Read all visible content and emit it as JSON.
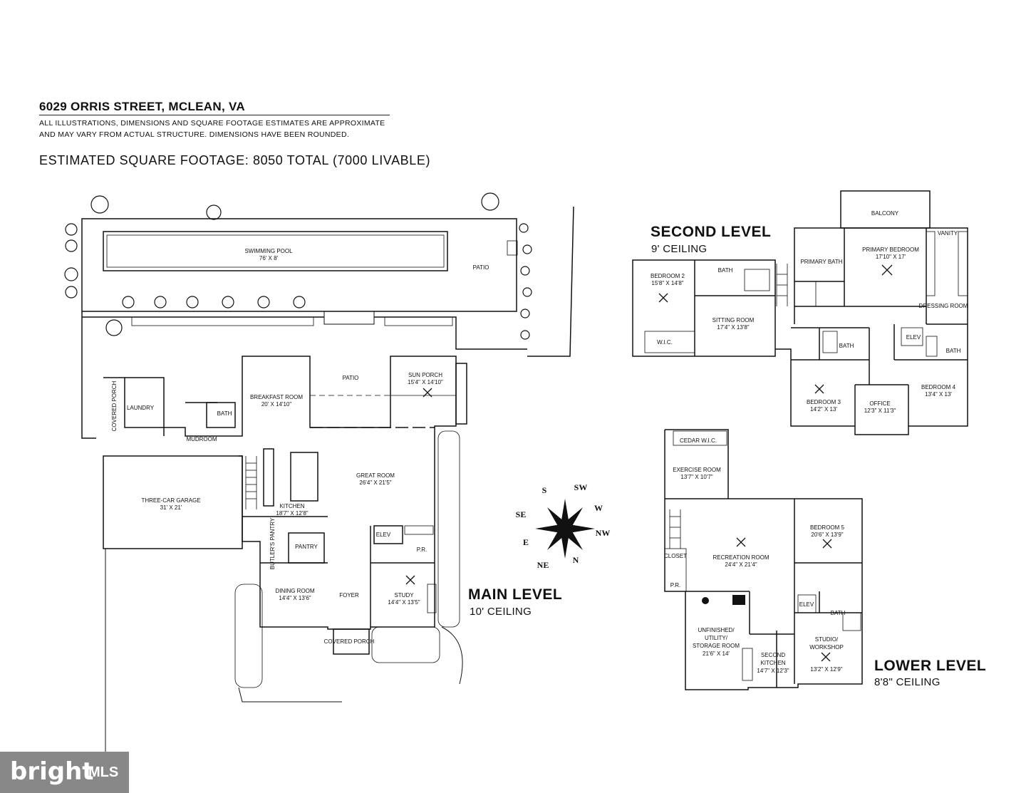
{
  "header": {
    "address": "6029 ORRIS STREET, MCLEAN, VA",
    "disclaimer_line1": "ALL ILLUSTRATIONS, DIMENSIONS AND SQUARE FOOTAGE ESTIMATES ARE APPROXIMATE",
    "disclaimer_line2": "AND MAY VARY FROM ACTUAL STRUCTURE. DIMENSIONS HAVE BEEN ROUNDED.",
    "square_footage": "ESTIMATED SQUARE FOOTAGE: 8050 TOTAL (7000 LIVABLE)"
  },
  "levels": {
    "main": {
      "title": "MAIN LEVEL",
      "ceiling": "10' CEILING"
    },
    "second": {
      "title": "SECOND LEVEL",
      "ceiling": "9' CEILING"
    },
    "lower": {
      "title": "LOWER LEVEL",
      "ceiling": "8'8\" CEILING"
    }
  },
  "main_rooms": {
    "pool": "SWIMMING POOL",
    "pool_dim": "76' X 8'",
    "patio_top": "PATIO",
    "breakfast": "BREAKFAST ROOM",
    "breakfast_dim": "20' X 14'10\"",
    "patio_mid": "PATIO",
    "sun_porch": "SUN PORCH",
    "sun_porch_dim": "15'4\" X 14'10\"",
    "covered_porch_side": "COVERED PORCH",
    "laundry": "LAUNDRY",
    "bath": "BATH",
    "mudroom": "MUDROOM",
    "garage": "THREE-CAR GARAGE",
    "garage_dim": "31' X 21'",
    "great_room": "GREAT ROOM",
    "great_room_dim": "26'4\" X 21'5\"",
    "kitchen": "KITCHEN",
    "kitchen_dim": "18'7\" X 12'8\"",
    "pantry": "PANTRY",
    "butlers_pantry": "BUTLER'S PANTRY",
    "elev": "ELEV",
    "pr": "P.R.",
    "dining": "DINING ROOM",
    "dining_dim": "14'4\" X 13'6\"",
    "foyer": "FOYER",
    "study": "STUDY",
    "study_dim": "14'4\" X 13'5\"",
    "covered_porch_front": "COVERED PORCH"
  },
  "second_rooms": {
    "balcony": "BALCONY",
    "bedroom2": "BEDROOM 2",
    "bedroom2_dim": "15'8\" X 14'8\"",
    "bath_a": "BATH",
    "sitting": "SITTING ROOM",
    "sitting_dim": "17'4\" X 13'8\"",
    "wic": "W.I.C.",
    "primary_bath": "PRIMARY BATH",
    "primary_bedroom": "PRIMARY BEDROOM",
    "primary_bedroom_dim": "17'10\" X 17'",
    "dressing": "DRESSING ROOM",
    "vanity": "VANITY",
    "elev": "ELEV",
    "bath_b": "BATH",
    "bath_c": "BATH",
    "bedroom3": "BEDROOM 3",
    "bedroom3_dim": "14'2\" X 13'",
    "office": "OFFICE",
    "office_dim": "12'3\" X 11'3\"",
    "bedroom4": "BEDROOM 4",
    "bedroom4_dim": "13'4\" X 13'"
  },
  "lower_rooms": {
    "cedar_wic": "CEDAR W.I.C.",
    "exercise": "EXERCISE ROOM",
    "exercise_dim": "13'7\" X 10'7\"",
    "recreation": "RECREATION ROOM",
    "recreation_dim": "24'4\" X 21'4\"",
    "bedroom5": "BEDROOM 5",
    "bedroom5_dim": "20'6\" X 13'9\"",
    "closet": "CLOSET",
    "pr": "P.R.",
    "elev": "ELEV",
    "bath": "BATH",
    "unfinished": "UNFINISHED/",
    "utility": "UTILITY/",
    "storage": "STORAGE ROOM",
    "storage_dim": "21'6\" X 14'",
    "second_kitchen": "SECOND",
    "second_kitchen_2": "KITCHEN",
    "second_kitchen_dim": "14'7\" X 12'3\"",
    "studio": "STUDIO/",
    "workshop": "WORKSHOP",
    "studio_dim": "13'2\" X 12'9\""
  },
  "compass": {
    "s": "S",
    "sw": "SW",
    "w": "W",
    "nw": "NW",
    "n": "N",
    "ne": "NE",
    "e": "E",
    "se": "SE"
  },
  "logo": {
    "brand": "bright",
    "suffix": "MLS"
  }
}
